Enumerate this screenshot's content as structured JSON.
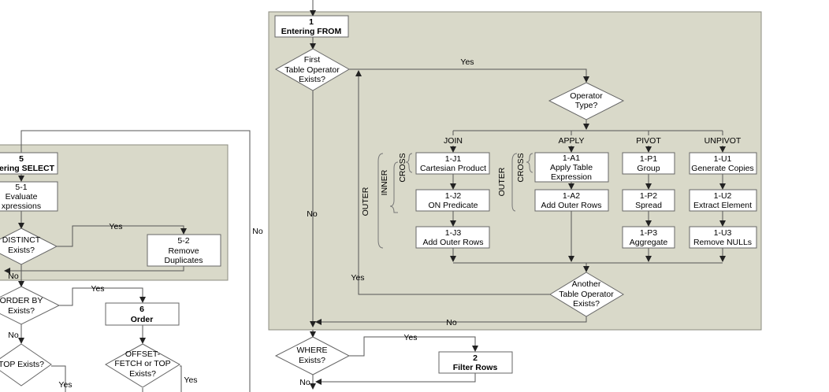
{
  "nodes": {
    "entering_from_num": "1",
    "entering_from": "Entering FROM",
    "first_table_op": [
      "First",
      "Table Operator",
      "Exists?"
    ],
    "operator_type": [
      "Operator",
      "Type?"
    ],
    "join_header": "JOIN",
    "apply_header": "APPLY",
    "pivot_header": "PIVOT",
    "unpivot_header": "UNPIVOT",
    "j1": [
      "1-J1",
      "Cartesian Product"
    ],
    "j2": [
      "1-J2",
      "ON Predicate"
    ],
    "j3": [
      "1-J3",
      "Add Outer Rows"
    ],
    "a1": [
      "1-A1",
      "Apply Table",
      "Expression"
    ],
    "a2": [
      "1-A2",
      "Add Outer Rows"
    ],
    "p1": [
      "1-P1",
      "Group"
    ],
    "p2": [
      "1-P2",
      "Spread"
    ],
    "p3": [
      "1-P3",
      "Aggregate"
    ],
    "u1": [
      "1-U1",
      "Generate Copies"
    ],
    "u2": [
      "1-U2",
      "Extract Element"
    ],
    "u3": [
      "1-U3",
      "Remove NULLs"
    ],
    "another_table_op": [
      "Another",
      "Table Operator",
      "Exists?"
    ],
    "where_exists": [
      "WHERE",
      "Exists?"
    ],
    "filter_rows_num": "2",
    "filter_rows": "Filter Rows",
    "entering_select_num": "5",
    "entering_select": "ering SELECT",
    "s1": [
      "5-1",
      "Evaluate",
      "xpressions"
    ],
    "distinct_exists": [
      "DISTINCT",
      "Exists?"
    ],
    "s2": [
      "5-2",
      "Remove",
      "Duplicates"
    ],
    "order_by_exists": [
      "ORDER BY",
      "Exists?"
    ],
    "order_num": "6",
    "order": "Order",
    "offset_fetch": [
      "OFFSET-",
      "FETCH or TOP",
      "Exists?"
    ],
    "top_exists": "TOP Exists?"
  },
  "brackets": {
    "cross_join": "CROSS",
    "inner": "INNER",
    "outer_join": "OUTER",
    "cross_apply": "CROSS",
    "outer_apply": "OUTER"
  },
  "edge_labels": {
    "yes_first": "Yes",
    "no_first": "No",
    "yes_another": "Yes",
    "no_another": "No",
    "yes_where": "Yes",
    "no_where": "No",
    "no_outer": "No",
    "yes_distinct": "Yes",
    "no_distinct": "No",
    "yes_order_by": "Yes",
    "no_order_by": "No",
    "yes_top": "Yes",
    "yes_offset": "Yes"
  }
}
